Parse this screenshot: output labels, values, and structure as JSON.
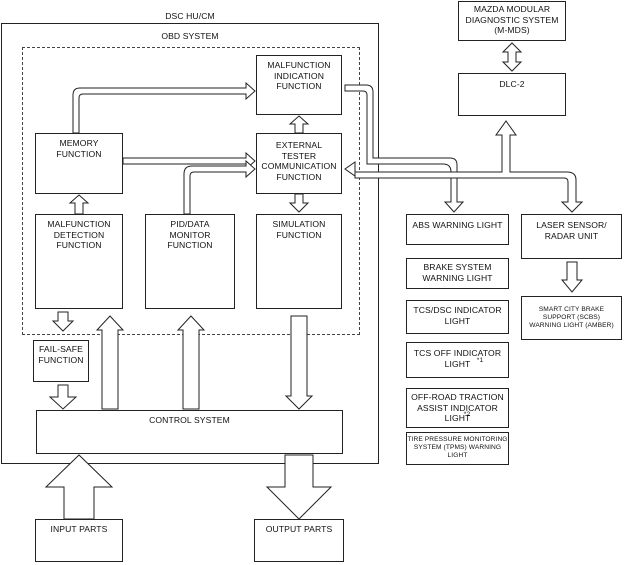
{
  "outer_title": "DSC HU/CM",
  "obd_title": "OBD SYSTEM",
  "blocks": {
    "malfunction_indication": "MALFUNCTION\nINDICATION\nFUNCTION",
    "memory": "MEMORY\nFUNCTION",
    "external_tester": "EXTERNAL\nTESTER\nCOMMUNICATION\nFUNCTION",
    "malfunction_detection": "MALFUNCTION\nDETECTION\nFUNCTION",
    "pid_data_monitor": "PID/DATA\nMONITOR\nFUNCTION",
    "simulation": "SIMULATION\nFUNCTION",
    "fail_safe": "FAIL-SAFE\nFUNCTION",
    "control_system": "CONTROL SYSTEM",
    "input_parts": "INPUT PARTS",
    "output_parts": "OUTPUT PARTS",
    "mds": "MAZDA MODULAR\nDIAGNOSTIC SYSTEM\n(M-MDS)",
    "dlc2": "DLC-2",
    "abs_warning": "ABS WARNING LIGHT",
    "brake_system_warning": "BRAKE SYSTEM\nWARNING LIGHT",
    "tcs_dsc_indicator": "TCS/DSC INDICATOR\nLIGHT",
    "tcs_off_indicator": "TCS OFF INDICATOR\nLIGHT",
    "tcs_off_sup": "*1",
    "off_road": "OFF-ROAD TRACTION\nASSIST INDICATOR\nLIGHT",
    "off_road_sup": "*2",
    "tpms_warning": "TIRE PRESSURE MONITORING\nSYSTEM (TPMS) WARNING\nLIGHT",
    "laser_sensor": "LASER SENSOR/\nRADAR UNIT",
    "scbs_warning": "SMART CITY BRAKE\nSUPPORT (SCBS)\nWARNING LIGHT (AMBER)"
  }
}
